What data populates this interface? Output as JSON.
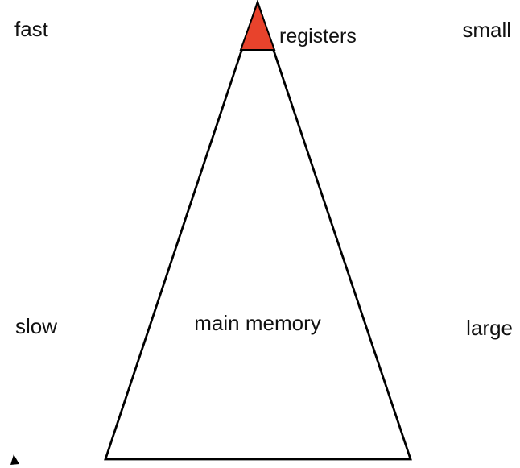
{
  "diagram": {
    "name": "memory-hierarchy-pyramid",
    "background_color": "#ffffff",
    "outline_color": "#000000",
    "text_color": "#111111",
    "pyramid": {
      "cap_label": "registers",
      "cap_color": "#e8432c",
      "body_label": "main memory",
      "body_color": "#ffffff"
    },
    "labels": {
      "left_top": "fast",
      "left_bottom": "slow",
      "right_top": "small",
      "right_bottom": "large"
    }
  }
}
